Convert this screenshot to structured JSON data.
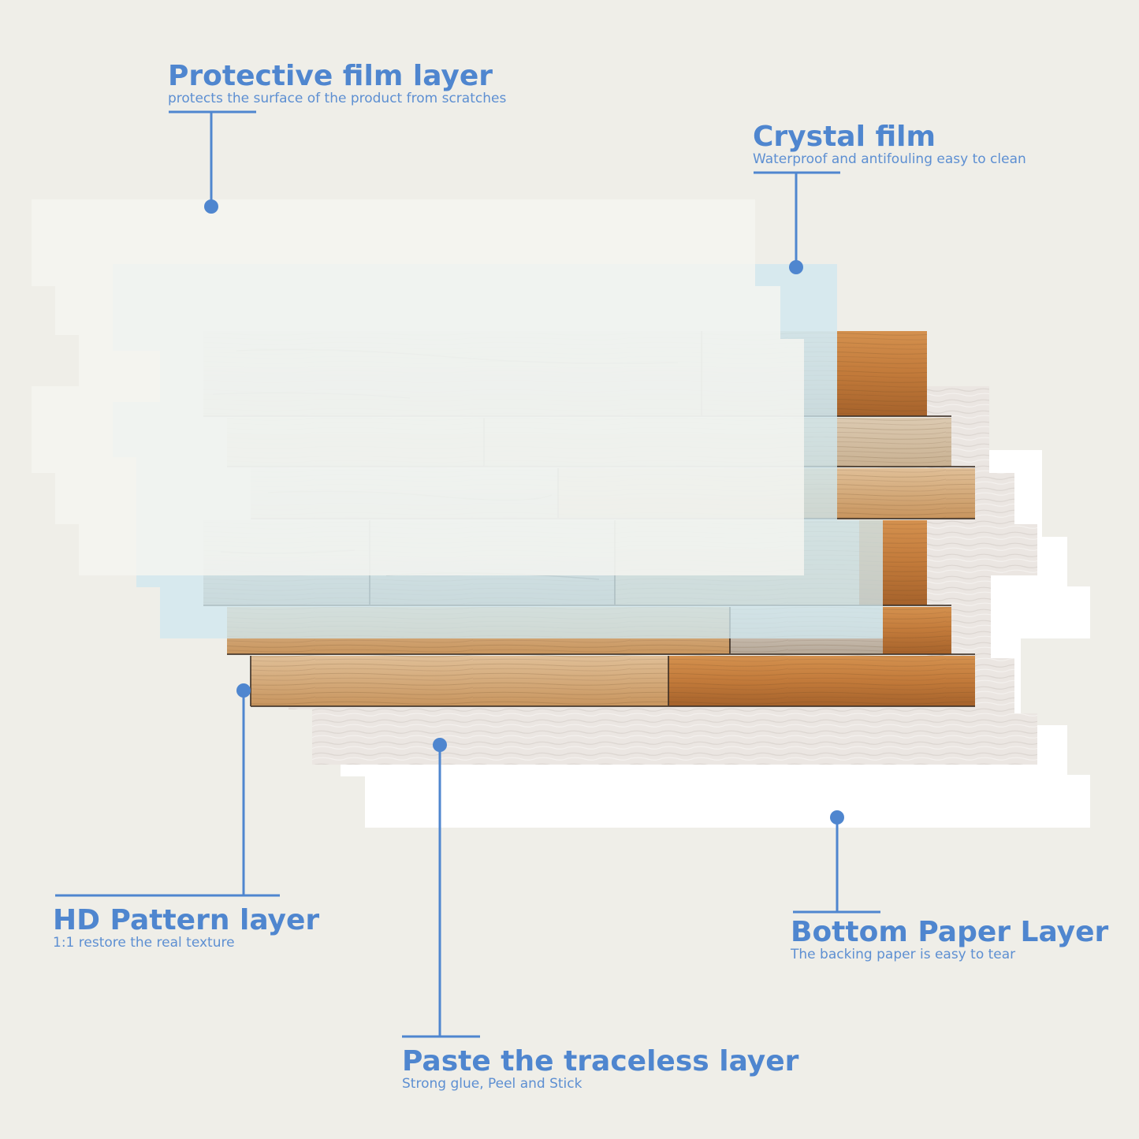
{
  "diagram": {
    "layers": [
      {
        "id": "protective",
        "title": "Protective film layer",
        "description": "protects the surface of the product from scratches"
      },
      {
        "id": "crystal",
        "title": "Crystal film",
        "description": "Waterproof and antifouling easy to clean"
      },
      {
        "id": "pattern",
        "title": "HD Pattern layer",
        "description": "1:1 restore the real texture"
      },
      {
        "id": "adhesive",
        "title": "Paste the traceless layer",
        "description": "Strong glue, Peel and Stick"
      },
      {
        "id": "bottom",
        "title": "Bottom Paper Layer",
        "description": "The backing paper is easy to tear"
      }
    ],
    "colors": {
      "accent": "#4f86cf",
      "background": "#efeee8",
      "protective_film": "#f5f5f0",
      "crystal_film": "#cfe8f0",
      "adhesive": "#ece8e4",
      "backing_paper": "#ffffff"
    }
  }
}
